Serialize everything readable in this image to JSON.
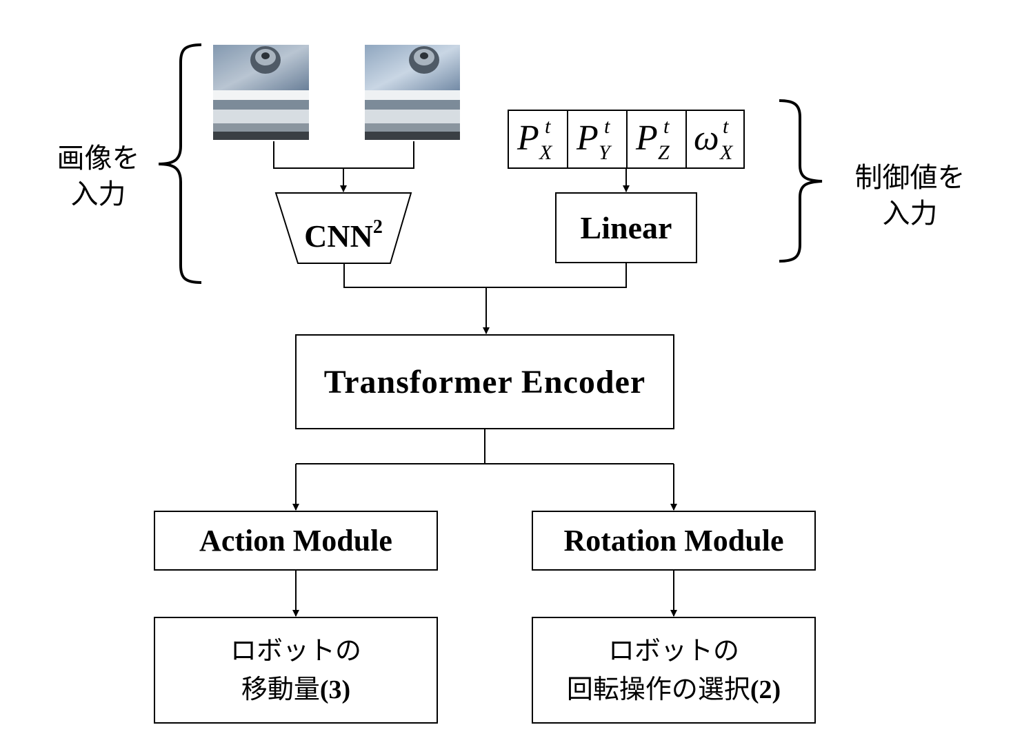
{
  "left_label": {
    "line1": "画像を",
    "line2": "入力"
  },
  "right_label": {
    "line1": "制御値を",
    "line2": "入力"
  },
  "cnn": {
    "label": "CNN",
    "sup": "2"
  },
  "linear": {
    "label": "Linear"
  },
  "variables": [
    {
      "base": "P",
      "sup": "t",
      "sub": "X"
    },
    {
      "base": "P",
      "sup": "t",
      "sub": "Y"
    },
    {
      "base": "P",
      "sup": "t",
      "sub": "Z"
    },
    {
      "base": "ω",
      "sup": "t",
      "sub": "X"
    }
  ],
  "transformer": {
    "label": "Transformer Encoder"
  },
  "action_module": {
    "label": "Action Module"
  },
  "rotation_module": {
    "label": "Rotation Module"
  },
  "action_output": {
    "line1": "ロボットの",
    "line2_text": "移動量",
    "line2_num": "(3)"
  },
  "rotation_output": {
    "line1": "ロボットの",
    "line2_text": "回転操作の選択",
    "line2_num": "(2)"
  },
  "colors": {
    "stroke": "#000000",
    "metal_light": "#c9d6e4",
    "metal_dark": "#5a6f86"
  }
}
